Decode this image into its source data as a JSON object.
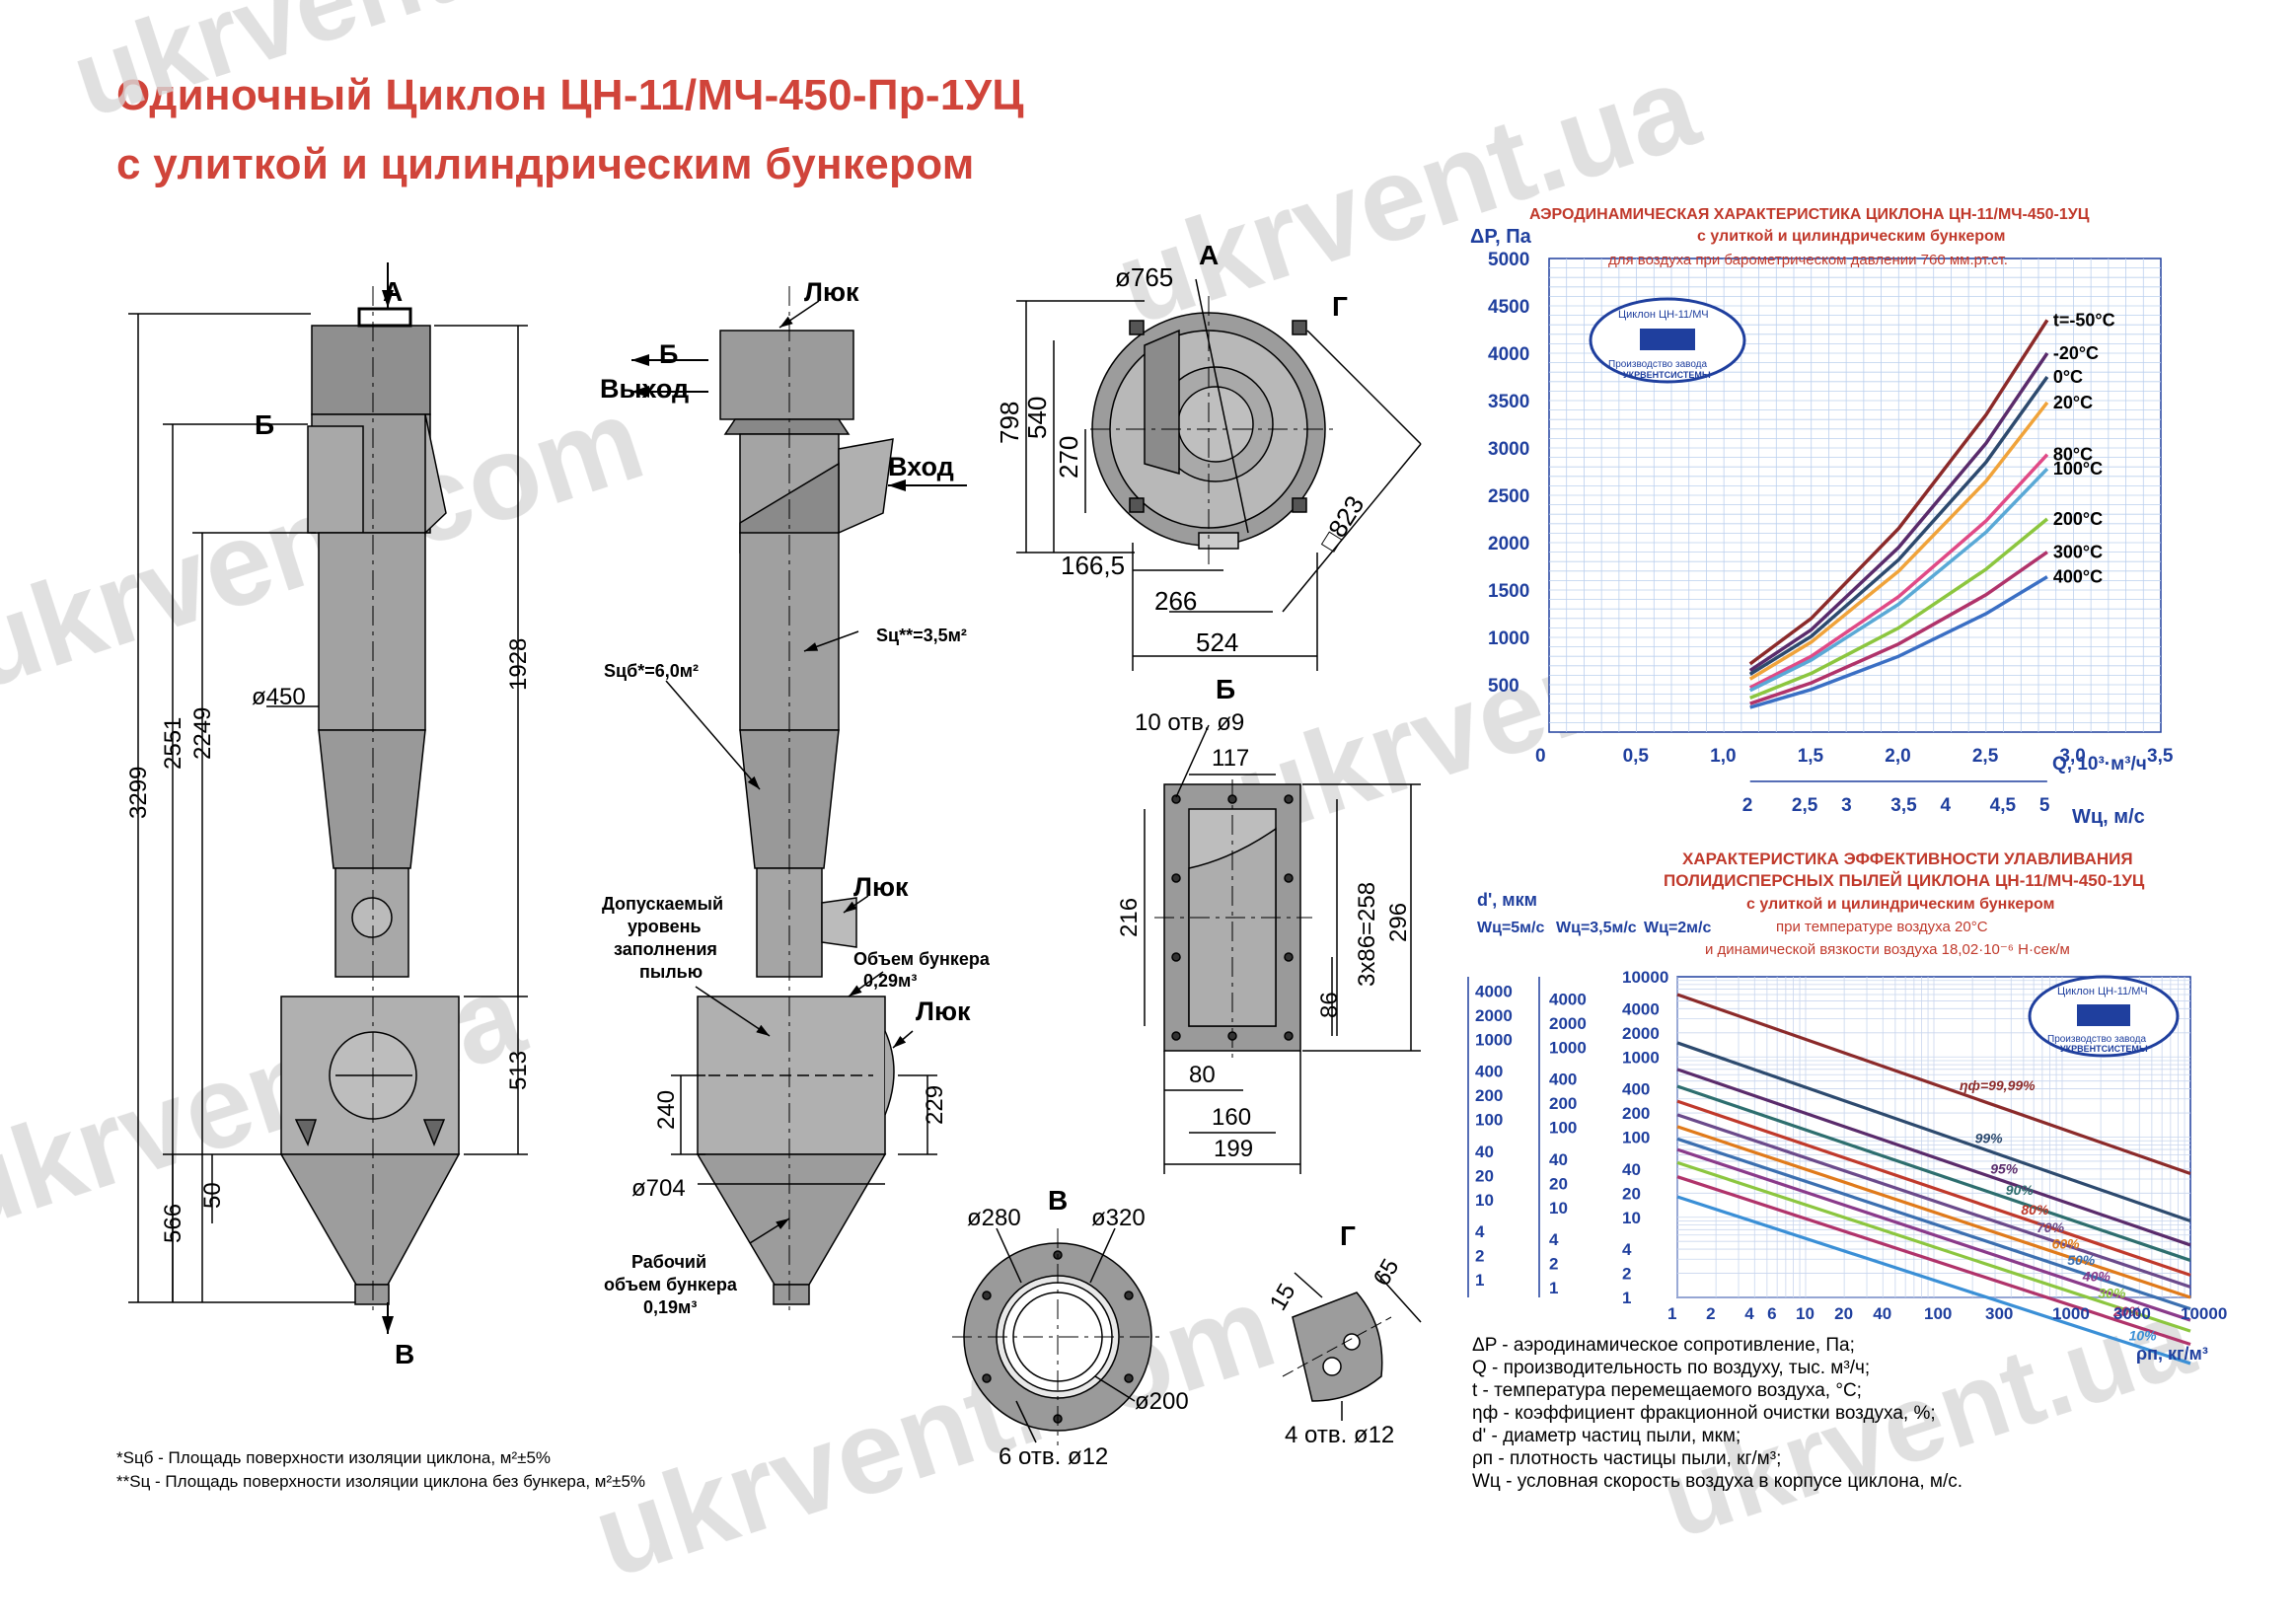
{
  "title": {
    "line1": "Одиночный Циклон  ЦН-11/МЧ-450-Пр-1УЦ",
    "line2": "с улиткой и цилиндрическим бункером"
  },
  "watermark": {
    "text1": "ukrvent.com",
    "text2": "ukrvent.ua"
  },
  "colors": {
    "title": "#d0443a",
    "body_fill": "#9a9a9a",
    "chart_title": "#c0392b",
    "axis_blue": "#1f3f9e"
  },
  "front_view": {
    "label_a": "А",
    "label_b": "Б",
    "label_v": "В",
    "dims": {
      "d3299": "3299",
      "d2551": "2551",
      "d2249": "2249",
      "d1928": "1928",
      "d450": "ø450",
      "d513": "513",
      "d566": "566",
      "d50": "50"
    }
  },
  "side_view": {
    "luk_top": "Люк",
    "b_label": "Б",
    "exit": "Выход",
    "entry": "Вход",
    "area1": "Sцб*=6,0м²",
    "area2": "Sц**=3,5м²",
    "allowed_line1": "Допускаемый",
    "allowed_line2": "уровень",
    "allowed_line3": "заполнения",
    "allowed_line4": "пылью",
    "luk_mid": "Люк",
    "bunker_vol1": "Объем бункера",
    "bunker_vol2": "0,29м³",
    "luk_low": "Люк",
    "d240": "240",
    "d229": "229",
    "d704": "ø704",
    "work_vol1": "Рабочий",
    "work_vol2": "объем бункера",
    "work_vol3": "0,19м³"
  },
  "view_a": {
    "label": "А",
    "d765": "ø765",
    "g_label": "Г",
    "d798": "798",
    "d540": "540",
    "d270": "270",
    "d1665": "166,5",
    "d266": "266",
    "d524": "524",
    "d823": "□823"
  },
  "view_b": {
    "label": "Б",
    "holes": "10 отв. ø9",
    "d117": "117",
    "d216": "216",
    "d258": "3х86=258",
    "d296": "296",
    "d86": "86",
    "d80": "80",
    "d160": "160",
    "d199": "199"
  },
  "view_v": {
    "label": "В",
    "d280": "ø280",
    "d320": "ø320",
    "d200": "ø200",
    "holes": "6 отв. ø12"
  },
  "view_g": {
    "label": "Г",
    "d15": "15",
    "d65": "65",
    "holes": "4 отв. ø12"
  },
  "footnotes": {
    "f1": "*Sцб - Площадь поверхности изоляции  циклона, м²±5%",
    "f2": "**Sц - Площадь поверхности изоляции  циклона без бункера, м²±5%"
  },
  "logo": {
    "text_top": "Циклон ЦН-11/МЧ",
    "text_bottom": "Производство завода",
    "text_brand": "УКРВЕНТСИСТЕМЫ"
  },
  "chart_data": [
    {
      "type": "line",
      "title": "АЭРОДИНАМИЧЕСКАЯ ХАРАКТЕРИСТИКА ЦИКЛОНА ЦН-11/МЧ-450-1УЦ",
      "subtitle": "с улиткой и цилиндрическим бункером",
      "subtitle2": "для воздуха при барометрическом давлении 760 мм.рт.ст.",
      "ylabel": "ΔP, Па",
      "xlabel": "Q, 10³·м³/ч",
      "x2label": "Wц, м/с",
      "ylim": [
        0,
        5000
      ],
      "xlim": [
        0,
        3.5
      ],
      "yticks": [
        "5000",
        "4500",
        "4000",
        "3500",
        "3000",
        "2500",
        "2000",
        "1500",
        "1000",
        "500"
      ],
      "xticks": [
        "0",
        "0,5",
        "1,0",
        "1,5",
        "2,0",
        "2,5",
        "3,0",
        "3,5"
      ],
      "x2ticks": [
        "2",
        "2,5",
        "3",
        "3,5",
        "4",
        "4,5",
        "5"
      ],
      "grid": true,
      "x": [
        1.15,
        1.5,
        2.0,
        2.5,
        2.85
      ],
      "series": [
        {
          "name": "t=-50°C",
          "color": "#8b2a2a",
          "values": [
            720,
            1200,
            2150,
            3350,
            4350
          ]
        },
        {
          "name": "-20°C",
          "color": "#5a2b6b",
          "values": [
            650,
            1080,
            1950,
            3050,
            4000
          ]
        },
        {
          "name": "0°C",
          "color": "#2d4a6e",
          "values": [
            610,
            1010,
            1820,
            2850,
            3750
          ]
        },
        {
          "name": "20°C",
          "color": "#f0a33a",
          "values": [
            560,
            950,
            1700,
            2650,
            3480
          ]
        },
        {
          "name": "80°C",
          "color": "#e04a86",
          "values": [
            470,
            800,
            1430,
            2230,
            2930
          ]
        },
        {
          "name": "100°C",
          "color": "#5aa9d6",
          "values": [
            440,
            760,
            1350,
            2110,
            2780
          ]
        },
        {
          "name": "200°C",
          "color": "#8cc63f",
          "values": [
            360,
            620,
            1100,
            1720,
            2250
          ]
        },
        {
          "name": "300°C",
          "color": "#b0336a",
          "values": [
            300,
            520,
            930,
            1450,
            1900
          ]
        },
        {
          "name": "400°C",
          "color": "#3a6fc4",
          "values": [
            260,
            450,
            800,
            1250,
            1640
          ]
        }
      ]
    },
    {
      "type": "line",
      "title": "ХАРАКТЕРИСТИКА ЭФФЕКТИВНОСТИ УЛАВЛИВАНИЯ",
      "subtitle": "ПОЛИДИСПЕРСНЫХ ПЫЛЕЙ ЦИКЛОНА ЦН-11/МЧ-450-1УЦ",
      "subtitle2": "с улиткой и цилиндрическим бункером",
      "subtitle3": "при температуре воздуха 20°С",
      "subtitle4": "и динамической вязкости воздуха  18,02·10⁻⁶ Н·сек/м",
      "ylabel": "d', мкм",
      "ylabel_w5": "Wц=5м/с",
      "ylabel_w35": "Wц=3,5м/с",
      "ylabel_w2": "Wц=2м/с",
      "xlabel": "ρп, кг/м³",
      "xscale": "log",
      "yscale": "log",
      "xlim": [
        1,
        10000
      ],
      "ylim": [
        1,
        10000
      ],
      "xticks": [
        "1",
        "2",
        "4",
        "6",
        "10",
        "20",
        "40",
        "100",
        "300",
        "1000",
        "3000",
        "10000"
      ],
      "yticks_main": [
        "10000",
        "4000",
        "2000",
        "1000",
        "400",
        "200",
        "100",
        "40",
        "20",
        "10",
        "4",
        "2",
        "1"
      ],
      "yticks_w35": [
        "4000",
        "2000",
        "1000",
        "400",
        "200",
        "100",
        "40",
        "20",
        "10",
        "4",
        "2",
        "1"
      ],
      "yticks_w5": [
        "4000",
        "2000",
        "1000",
        "400",
        "200",
        "100",
        "40",
        "20",
        "10",
        "4",
        "2",
        "1"
      ],
      "x": [
        1,
        10000
      ],
      "series": [
        {
          "name": "ηф=99,99%",
          "color": "#8b2a2a",
          "values": [
            6000,
            35
          ]
        },
        {
          "name": "99%",
          "color": "#2d4a6e",
          "values": [
            1500,
            9
          ]
        },
        {
          "name": "95%",
          "color": "#5a2b6b",
          "values": [
            700,
            4.5
          ]
        },
        {
          "name": "90%",
          "color": "#2d6e6e",
          "values": [
            430,
            2.9
          ]
        },
        {
          "name": "80%",
          "color": "#c0392b",
          "values": [
            280,
            1.9
          ]
        },
        {
          "name": "70%",
          "color": "#6b4a8b",
          "values": [
            190,
            1.35
          ]
        },
        {
          "name": "60%",
          "color": "#e07a1a",
          "values": [
            135,
            1.0
          ]
        },
        {
          "name": "50%",
          "color": "#3b6fb0",
          "values": [
            95,
            0.72
          ]
        },
        {
          "name": "40%",
          "color": "#8a3a8a",
          "values": [
            70,
            0.52
          ]
        },
        {
          "name": "30%",
          "color": "#8cc63f",
          "values": [
            48,
            0.38
          ]
        },
        {
          "name": "20%",
          "color": "#b0336a",
          "values": [
            32,
            0.26
          ]
        },
        {
          "name": "10%",
          "color": "#3a8fd6",
          "values": [
            18,
            0.15
          ]
        }
      ]
    }
  ],
  "legend": {
    "l1": "ΔP - аэродинамическое сопротивление, Па;",
    "l2": "Q - производительность по воздуху, тыс. м³/ч;",
    "l3": "t - температура перемещаемого воздуха, °С;",
    "l4": "ηф - коэффициент фракционной очистки воздуха, %;",
    "l5": "d' - диаметр частиц пыли, мкм;",
    "l6": "ρп - плотность частицы пыли, кг/м³;",
    "l7": "Wц - условная скорость воздуха в корпусе циклона, м/с."
  }
}
